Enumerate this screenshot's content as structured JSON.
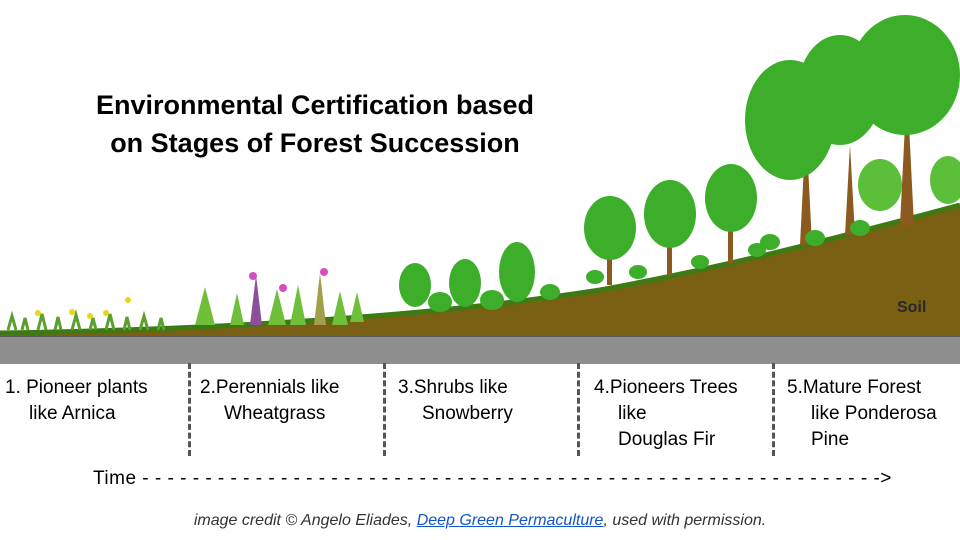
{
  "title": {
    "line1": "Environmental Certification based",
    "line2": "on Stages of Forest Succession"
  },
  "soil_label": "Soil",
  "stages": [
    {
      "line1": "1. Pioneer plants",
      "line2": "like Arnica",
      "line3": ""
    },
    {
      "line1": "2.Perennials like",
      "line2": "Wheatgrass",
      "line3": ""
    },
    {
      "line1": "3.Shrubs like",
      "line2": "Snowberry",
      "line3": ""
    },
    {
      "line1": "4.Pioneers Trees",
      "line2": "like",
      "line3": "Douglas Fir"
    },
    {
      "line1": "5.Mature Forest",
      "line2": "like Ponderosa",
      "line3": "Pine"
    }
  ],
  "time_axis": "Time - - - - - - - - - - - - - - - - - - - - - - - - - - - - - - - - - - - - - - - - - - - - - - - - - - - - - - - - - - ->",
  "credit": {
    "prefix": "image credit © Angelo Eliades, ",
    "link": "Deep Green Permaculture",
    "suffix": ", used with permission."
  },
  "colors": {
    "soil": "#7a6012",
    "bedrock": "#8e8e8e",
    "foliage": "#3cae2a",
    "trunk": "#8a5a1e"
  }
}
